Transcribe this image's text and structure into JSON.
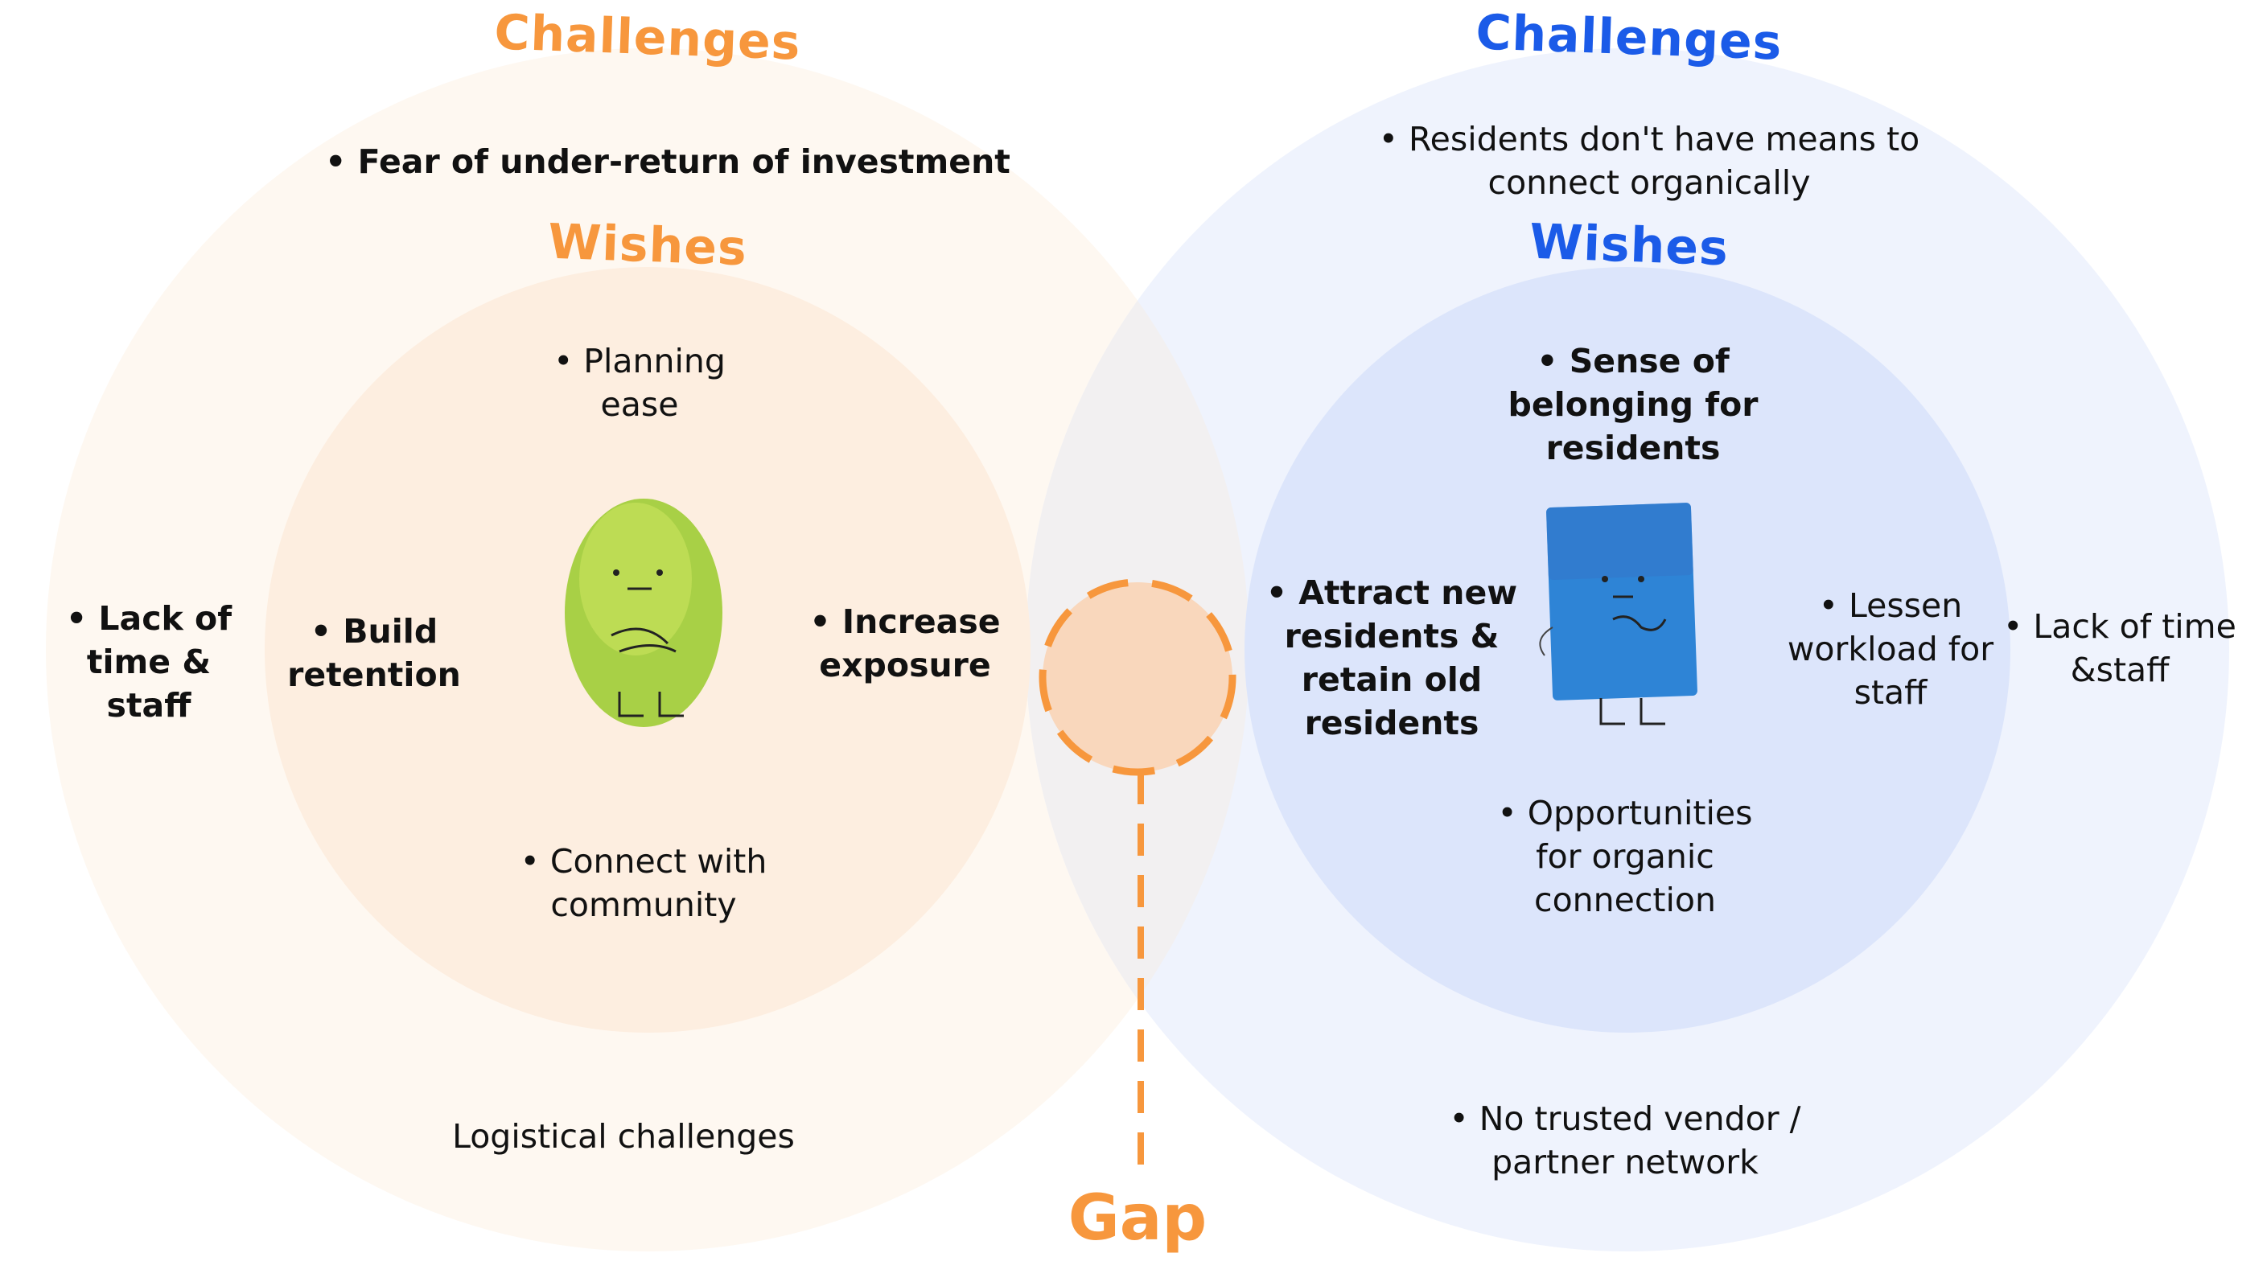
{
  "colors": {
    "orange_accent": "#F7973D",
    "blue_accent": "#1B5BE8",
    "left_outer_fill": "#FEF8F1",
    "left_inner_fill": "#FDEEE0",
    "right_outer_fill": "#EFF3FD",
    "right_inner_fill": "#DCE5FB",
    "gap_fill": "#F9D7BC",
    "character_green": "#A8D046",
    "character_blue": "#2E84D6"
  },
  "left": {
    "challenges_title": "Challenges",
    "wishes_title": "Wishes",
    "challenge_top": "•  Fear of under-return of investment",
    "challenge_side": "•  Lack of\ntime &\nstaff",
    "challenge_bottom": "Logistical challenges",
    "wish_top": "•  Planning\nease",
    "wish_left": "•  Build\nretention",
    "wish_right": "•  Increase\nexposure",
    "wish_bottom": "•  Connect with\ncommunity",
    "character_icon": "green-bean-character-icon"
  },
  "right": {
    "challenges_title": "Challenges",
    "wishes_title": "Wishes",
    "challenge_top": "•  Residents don't have means to\nconnect organically",
    "challenge_side": "•  Lack of  time\n&staff",
    "challenge_bottom": "•  No trusted vendor /\npartner network",
    "wish_top": "•  Sense of\nbelonging for\nresidents",
    "wish_left": "•  Attract new\nresidents &\nretain old\nresidents",
    "wish_right": "•  Lessen\nworkload for\nstaff",
    "wish_bottom": "•  Opportunities\nfor organic\nconnection",
    "character_icon": "blue-book-character-icon"
  },
  "gap_label": "Gap"
}
